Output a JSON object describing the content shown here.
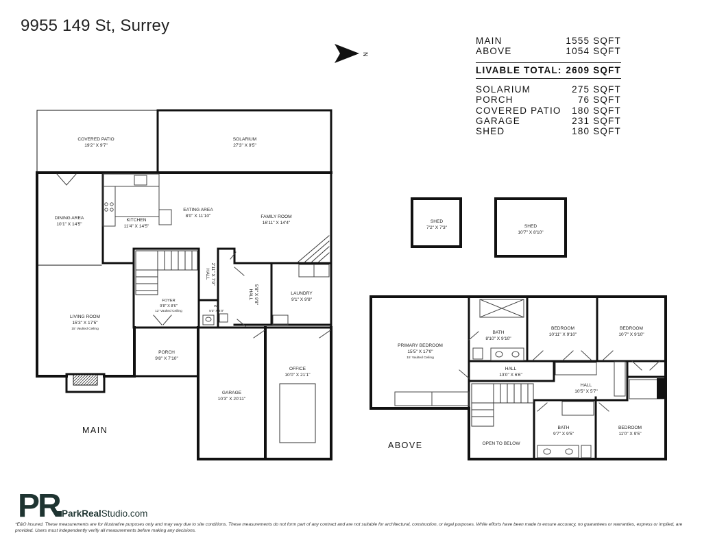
{
  "address": "9955 149 St, Surrey",
  "compass": {
    "letter": "N"
  },
  "areas": {
    "main": {
      "label": "MAIN",
      "value": "1555 SQFT"
    },
    "above": {
      "label": "ABOVE",
      "value": "1054 SQFT"
    },
    "total": {
      "label": "LIVABLE TOTAL:",
      "value": "2609 SQFT"
    },
    "solarium": {
      "label": "SOLARIUM",
      "value": "275 SQFT"
    },
    "porch": {
      "label": "PORCH",
      "value": "76 SQFT"
    },
    "covered_patio": {
      "label": "COVERED PATIO",
      "value": "180 SQFT"
    },
    "garage": {
      "label": "GARAGE",
      "value": "231 SQFT"
    },
    "shed": {
      "label": "SHED",
      "value": "180 SQFT"
    }
  },
  "floors": {
    "main": "MAIN",
    "above": "ABOVE"
  },
  "rooms": {
    "covered_patio": {
      "name": "COVERED PATIO",
      "dim": "19'2\" X 9'7\""
    },
    "solarium": {
      "name": "SOLARIUM",
      "dim": "27'3\" X 9'5\""
    },
    "dining": {
      "name": "DINING AREA",
      "dim": "10'1\" X 14'5\""
    },
    "kitchen": {
      "name": "KITCHEN",
      "dim": "11'4\" X 14'5\""
    },
    "eating": {
      "name": "EATING AREA",
      "dim": "8'0\" X 11'10\""
    },
    "family": {
      "name": "FAMILY ROOM",
      "dim": "16'11\" X 14'4\""
    },
    "living": {
      "name": "LIVING ROOM",
      "dim": "15'3\" X 17'5\"",
      "note": "15' Vaulted Ceiling"
    },
    "foyer": {
      "name": "FOYER",
      "dim": "9'8\" X 8'6\"",
      "note": "12' Vaulted Ceiling"
    },
    "hall1": {
      "name": "HALL",
      "dim": "2'11\" X 7'9\""
    },
    "hall2": {
      "name": "HALL",
      "dim": "5'8\" X 9'8\""
    },
    "laundry": {
      "name": "LAUNDRY",
      "dim": "9'1\" X 9'8\""
    },
    "wc": {
      "name": "WC",
      "dim": "5'3\" X 4'0\""
    },
    "porch": {
      "name": "PORCH",
      "dim": "9'8\" X 7'10\""
    },
    "garage": {
      "name": "GARAGE",
      "dim": "10'3\" X 20'11\""
    },
    "office": {
      "name": "OFFICE",
      "dim": "10'0\" X 21'1\""
    },
    "shed1": {
      "name": "SHED",
      "dim": "7'2\" X 7'3\""
    },
    "shed2": {
      "name": "SHED",
      "dim": "10'7\" X 8'10\""
    },
    "primary": {
      "name": "PRIMARY BEDROOM",
      "dim": "15'5\" X 17'0\"",
      "note": "15' Vaulted Ceiling"
    },
    "bath1": {
      "name": "BATH",
      "dim": "8'10\" X 9'10\""
    },
    "bed1": {
      "name": "BEDROOM",
      "dim": "10'11\" X 9'10\""
    },
    "bed2": {
      "name": "BEDROOM",
      "dim": "10'7\" X 9'10\""
    },
    "hall3": {
      "name": "HALL",
      "dim": "13'0\" X 6'6\""
    },
    "hall4": {
      "name": "HALL",
      "dim": "10'5\" X 5'7\""
    },
    "bath2": {
      "name": "BATH",
      "dim": "9'7\" X 9'5\""
    },
    "bed3": {
      "name": "BEDROOM",
      "dim": "11'0\" X 9'5\""
    },
    "open_below": {
      "name": "OPEN TO BELOW"
    }
  },
  "logo": {
    "mark": "PR",
    "brand": "ParkReal",
    "suffix": "Studio.com"
  },
  "disclaimer": "*E&O insured. These measurements are for illustrative purposes only and may vary due to site conditions. These measurements do not form part of any contract and are not suitable for architectural, construction, or legal purposes. While efforts have been made to ensure accuracy, no guarantees or warranties, express or implied, are provided. Users must independently verify all measurements before making any decisions.",
  "colors": {
    "wall": "#111111",
    "brand": "#1e3431",
    "fixture": "#555555"
  }
}
